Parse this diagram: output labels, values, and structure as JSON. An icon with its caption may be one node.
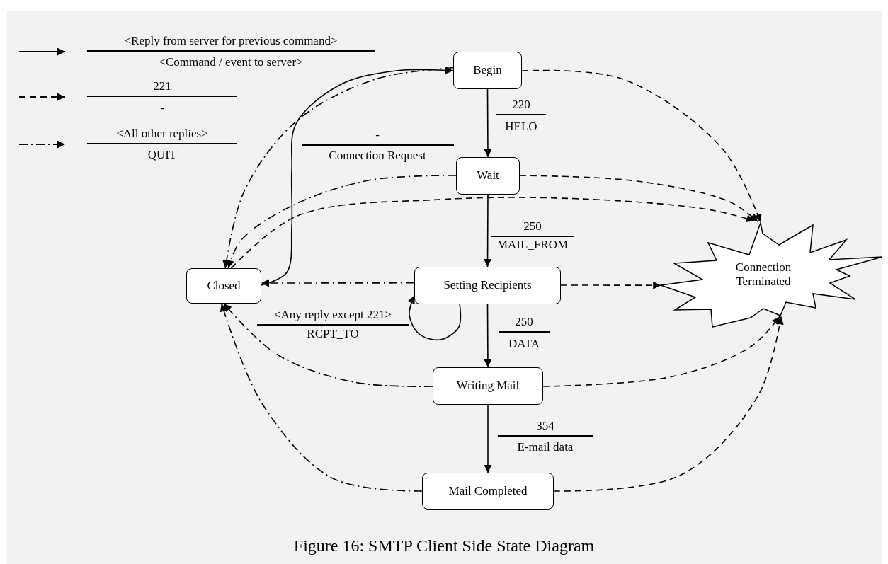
{
  "diagram": {
    "caption": "Figure 16: SMTP Client Side State Diagram",
    "nodes": [
      {
        "text": [
          "Begin"
        ]
      },
      {
        "text": [
          "Wait"
        ]
      },
      {
        "text": [
          "Closed"
        ]
      },
      {
        "text": [
          "Setting Recipients"
        ]
      },
      {
        "text": [
          "Writing Mail"
        ]
      },
      {
        "text": [
          "Mail Completed"
        ]
      },
      {
        "text": [
          "Connection Terminated"
        ]
      }
    ],
    "edges": [
      {
        "from": 0,
        "to": 1,
        "arrow": "to",
        "label": "220"
      },
      {
        "from": 1,
        "to": 3,
        "arrow": "to",
        "label": "250"
      },
      {
        "from": 3,
        "to": 4,
        "arrow": "to",
        "label": "250"
      },
      {
        "from": 4,
        "to": 5,
        "arrow": "to",
        "label": "354"
      },
      {
        "from": 2,
        "to": 0,
        "arrow": "to",
        "label": "-"
      },
      {
        "from": 3,
        "to": 3,
        "arrow": "to",
        "label": "<Any reply except 221>"
      },
      {
        "from": 0,
        "to": 2,
        "arrow": "to",
        "style": "dashed"
      },
      {
        "from": 1,
        "to": 2,
        "arrow": "to",
        "style": "dashed"
      },
      {
        "from": 3,
        "to": 2,
        "arrow": "to",
        "style": "dashed"
      },
      {
        "from": 4,
        "to": 2,
        "arrow": "to",
        "style": "dashed"
      },
      {
        "from": 5,
        "to": 2,
        "arrow": "to",
        "style": "dashed"
      },
      {
        "from": 0,
        "to": 6,
        "arrow": "to",
        "style": "dashed"
      },
      {
        "from": 1,
        "to": 6,
        "arrow": "to",
        "style": "dashed"
      },
      {
        "from": 2,
        "to": 6,
        "arrow": "to",
        "style": "dashed"
      },
      {
        "from": 3,
        "to": 6,
        "arrow": "to",
        "style": "dashed"
      },
      {
        "from": 4,
        "to": 6,
        "arrow": "to",
        "style": "dashed"
      },
      {
        "from": 5,
        "to": 6,
        "arrow": "to",
        "style": "dashed"
      }
    ],
    "labels": [
      "<Command / event to server>",
      "-",
      "QUIT",
      "HELO",
      "Connection Request",
      "MAIL_FROM",
      "RCPT_TO",
      "DATA",
      "E-mail data"
    ],
    "legend": [
      {
        "text": "<Reply from server for previous command>"
      },
      {
        "text": "221"
      },
      {
        "text": "<All other replies>"
      }
    ]
  }
}
